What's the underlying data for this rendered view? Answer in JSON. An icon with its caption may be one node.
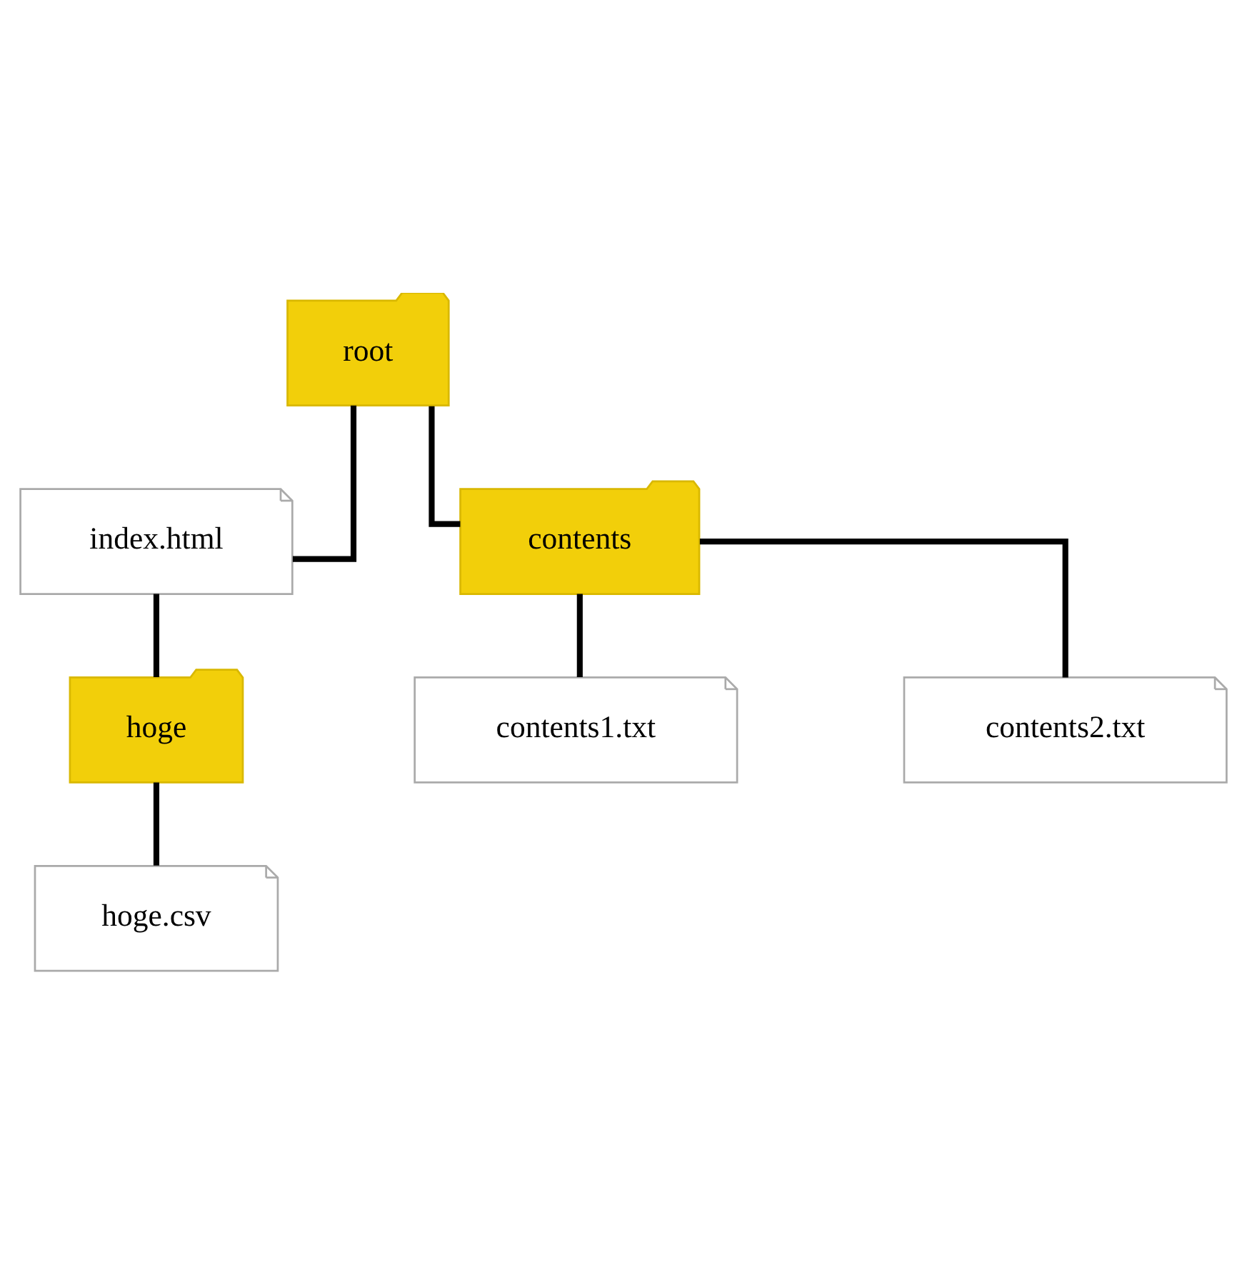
{
  "diagram": {
    "nodes": [
      {
        "text": [
          "root"
        ]
      },
      {
        "text": [
          "index.html"
        ]
      },
      {
        "text": [
          "contents"
        ]
      },
      {
        "text": [
          "hoge"
        ]
      },
      {
        "text": [
          "contents1.txt"
        ]
      },
      {
        "text": [
          "contents2.txt"
        ]
      },
      {
        "text": [
          "hoge.csv"
        ]
      }
    ],
    "edges": [
      {
        "from": 0,
        "to": 1,
        "arrow": "none"
      },
      {
        "from": 0,
        "to": 2,
        "arrow": "none"
      },
      {
        "from": 1,
        "to": 3,
        "arrow": "none"
      },
      {
        "from": 2,
        "to": 4,
        "arrow": "none"
      },
      {
        "from": 2,
        "to": 5,
        "arrow": "none"
      },
      {
        "from": 3,
        "to": 6,
        "arrow": "none"
      }
    ]
  }
}
